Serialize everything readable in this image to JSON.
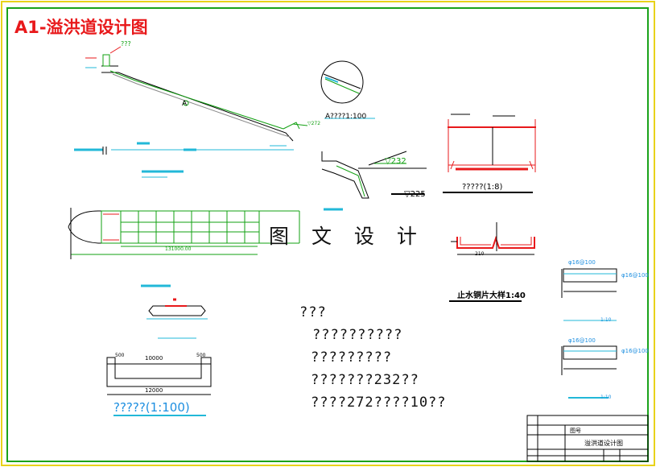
{
  "title": "A1-溢洪道设计图",
  "watermark": "图 文 设 计",
  "notes": {
    "line1": "???",
    "line2": "??????????",
    "line3": "?????????",
    "line4": "???????232??",
    "line5": "????272????10??"
  },
  "labels": {
    "top_mark": "???",
    "detail_a": "A",
    "detail_a_scale": "A????1:100",
    "section_scale": "?????(1:8)",
    "bottom_section": "?????(1:100)",
    "elev_232": "▽232",
    "elev_225": "▽225",
    "waterstop": "止水铜片大样1:40",
    "dim_10000": "10000",
    "dim_12000": "12000",
    "dim_500_left": "500",
    "dim_500_right": "500",
    "dim_210": "210",
    "dim_plan": "131000.00",
    "rebar_1": "φ16@100",
    "rebar_2": "φ16@100",
    "rebar_3": "φ16@100",
    "rebar_4": "φ16@100",
    "elev_272": "▽272",
    "scale_1_10_a": "1:10",
    "scale_1_10_b": "1:10"
  },
  "title_block": {
    "row1": "溢洪道设计图",
    "row_label": "图号"
  },
  "colors": {
    "frame": "#1aa31a",
    "line_green": "#12a012",
    "line_cyan": "#22b8d8",
    "red": "#e8191b",
    "dark": "#000000"
  }
}
